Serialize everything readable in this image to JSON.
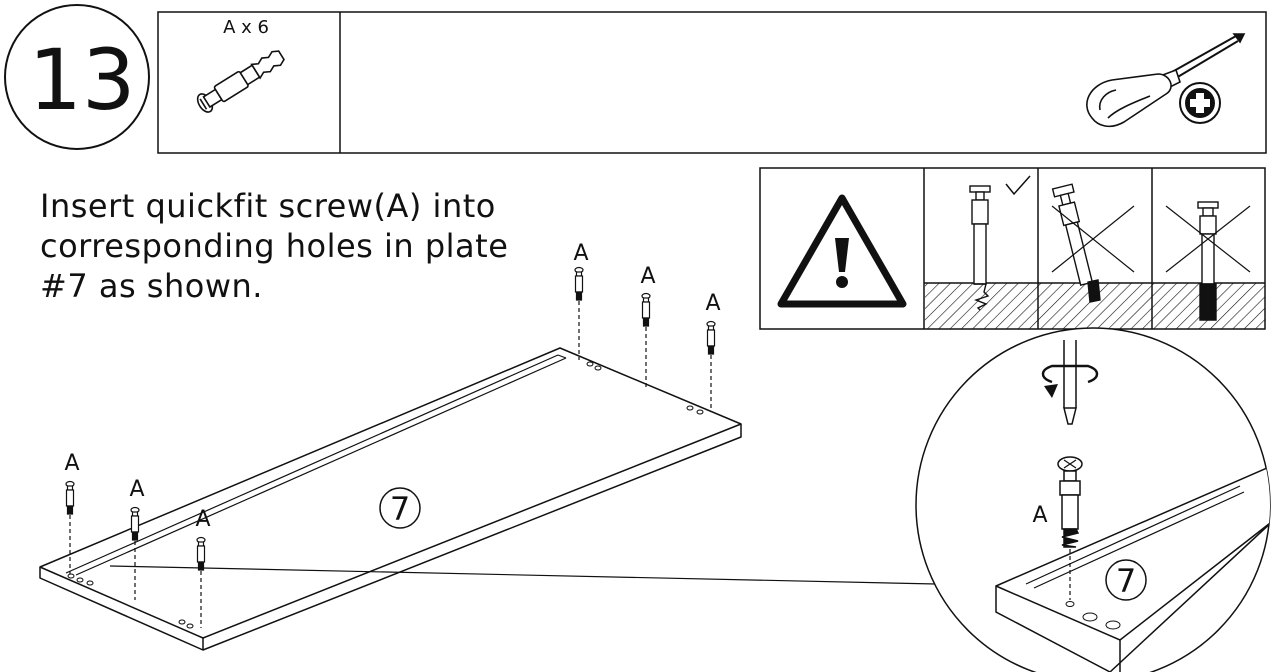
{
  "step": {
    "number": "13"
  },
  "parts": {
    "quantity_label": "A x 6"
  },
  "instruction": {
    "lines": [
      "Insert quickfit screw(A) into",
      "corresponding holes in plate",
      "#7 as shown."
    ]
  },
  "labels": {
    "screw": "A",
    "plate": "7"
  },
  "icons": {
    "tool": "phillips-screwdriver-icon",
    "warning": "warning-triangle-icon",
    "correct": "checkmark-icon",
    "wrong": "cross-out-icon"
  },
  "colors": {
    "line": "#111111",
    "background": "#ffffff"
  }
}
